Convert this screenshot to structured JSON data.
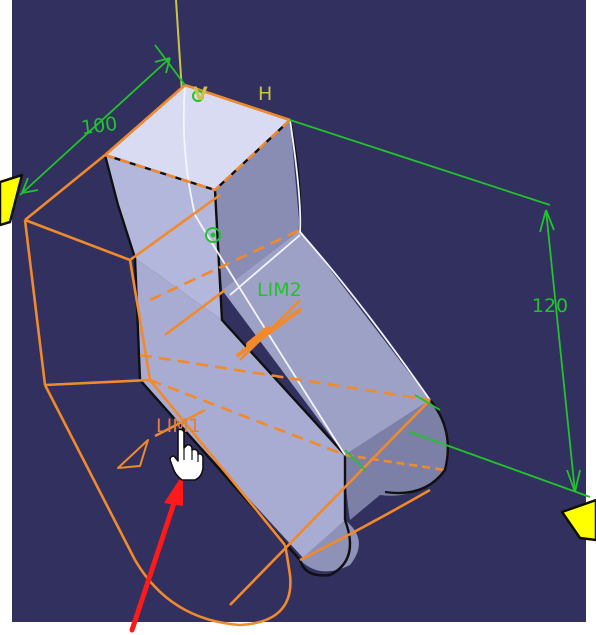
{
  "viewport": {
    "background": "#31305f",
    "frame": "#ffffff"
  },
  "colors": {
    "preview_edge": "#f08a2c",
    "dimension": "#22c22c",
    "solid_face_top": "#d9dbf3",
    "solid_face_left": "#b9bce0",
    "solid_face_right": "#8e91b8",
    "annotation_arrow": "#ff1a1a",
    "callout": "#ffff00"
  },
  "labels": {
    "dim_width": "100",
    "dim_height": "120",
    "axis_v": "V",
    "axis_h": "H",
    "limit_2": "LIM2",
    "limit_1": "LIM1"
  },
  "icons": {
    "cursor": "hand-pointer-icon",
    "arrow": "red-arrow-icon"
  }
}
